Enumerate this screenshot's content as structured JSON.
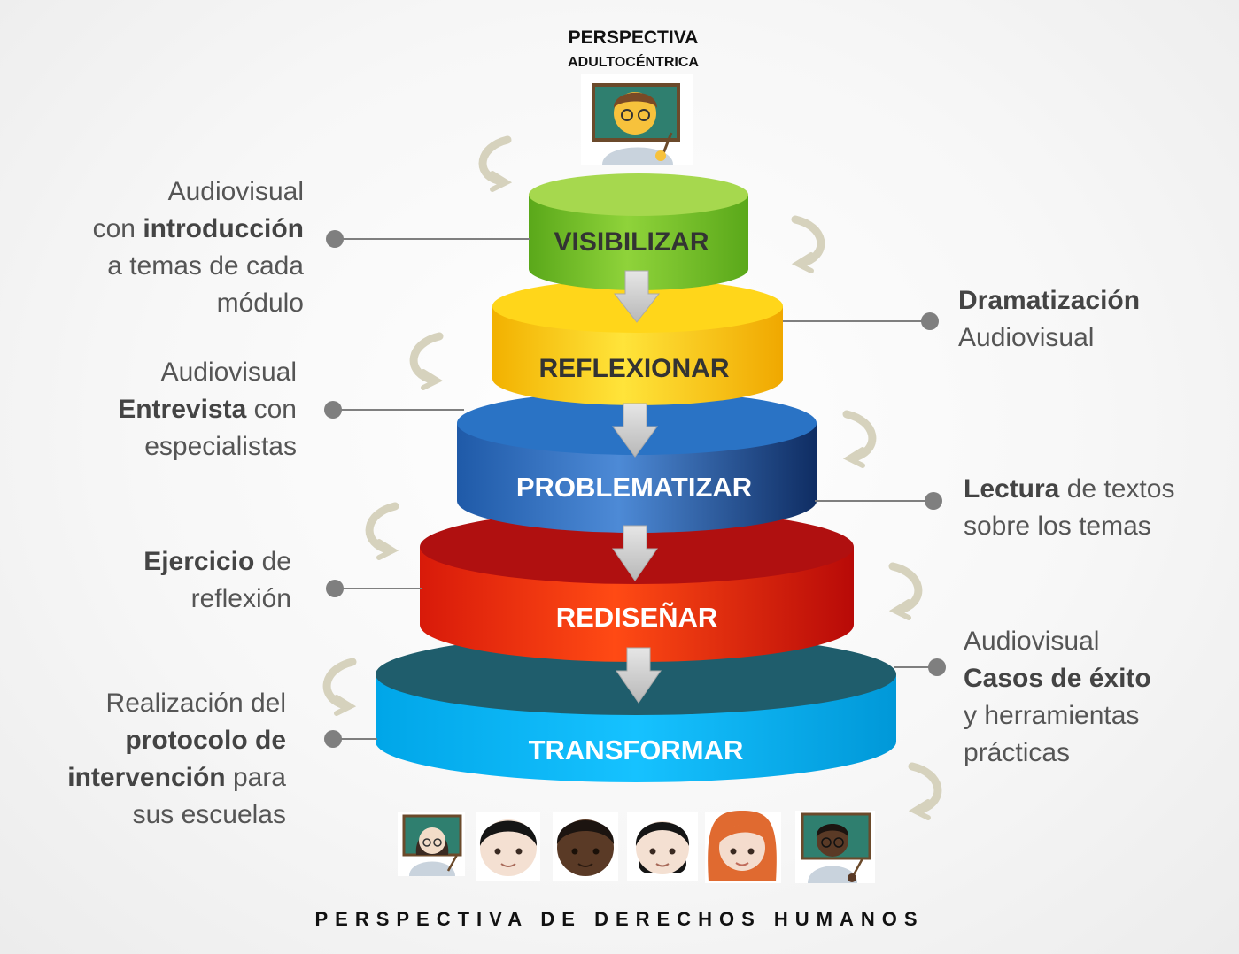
{
  "top": {
    "title": "PERSPECTIVA",
    "subtitle": "ADULTOCÉNTRICA",
    "icon": "teacher-man-icon"
  },
  "levels": [
    {
      "label": "VISIBILIZAR",
      "color_top": "#a6d84e",
      "color_side": "#6cb71f",
      "text_color": "#333333"
    },
    {
      "label": "REFLEXIONAR",
      "color_top": "#ffd61a",
      "color_side": "#f5b800",
      "text_color": "#333333"
    },
    {
      "label": "PROBLEMATIZAR",
      "color_top": "#2a73c5",
      "color_side": "#1d4f9a",
      "text_color": "#ffffff"
    },
    {
      "label": "REDISEÑAR",
      "color_top": "#b21010",
      "color_side": "#e8220c",
      "text_color": "#ffffff"
    },
    {
      "label": "TRANSFORMAR",
      "color_top": "#1f5d6c",
      "color_side": "#00b0f0",
      "text_color": "#ffffff"
    }
  ],
  "notes_left": [
    {
      "lines": [
        [
          {
            "t": "Audiovisual"
          }
        ],
        [
          {
            "t": "con "
          },
          {
            "t": "introducción",
            "b": true
          }
        ],
        [
          {
            "t": "a temas de cada"
          }
        ],
        [
          {
            "t": "módulo"
          }
        ]
      ]
    },
    {
      "lines": [
        [
          {
            "t": "Audiovisual"
          }
        ],
        [
          {
            "t": "Entrevista",
            "b": true
          },
          {
            "t": " con"
          }
        ],
        [
          {
            "t": "especialistas"
          }
        ]
      ]
    },
    {
      "lines": [
        [
          {
            "t": "Ejercicio",
            "b": true
          },
          {
            "t": " de"
          }
        ],
        [
          {
            "t": "reflexión"
          }
        ]
      ]
    },
    {
      "lines": [
        [
          {
            "t": "Realización del"
          }
        ],
        [
          {
            "t": "protocolo de",
            "b": true
          }
        ],
        [
          {
            "t": "intervención",
            "b": true
          },
          {
            "t": " para"
          }
        ],
        [
          {
            "t": "sus escuelas"
          }
        ]
      ]
    }
  ],
  "notes_right": [
    {
      "lines": [
        [
          {
            "t": "Dramatización",
            "b": true
          }
        ],
        [
          {
            "t": "Audiovisual"
          }
        ]
      ]
    },
    {
      "lines": [
        [
          {
            "t": "Lectura",
            "b": true
          },
          {
            "t": " de textos"
          }
        ],
        [
          {
            "t": "sobre los temas"
          }
        ]
      ]
    },
    {
      "lines": [
        [
          {
            "t": "Audiovisual"
          }
        ],
        [
          {
            "t": "Casos de éxito",
            "b": true
          }
        ],
        [
          {
            "t": "y herramientas"
          }
        ],
        [
          {
            "t": "prácticas"
          }
        ]
      ]
    }
  ],
  "bottom_icons": [
    "teacher-woman-icon",
    "child-light-icon",
    "child-dark-icon",
    "girl-icon",
    "woman-red-hair-icon",
    "teacher-man-dark-icon"
  ],
  "footer": "PERSPECTIVA DE DERECHOS HUMANOS",
  "colors": {
    "connector": "#7f7f7f",
    "arrow": "#d0d0d0",
    "curl_arrow": "#d6d2bd",
    "text": "#555555"
  }
}
